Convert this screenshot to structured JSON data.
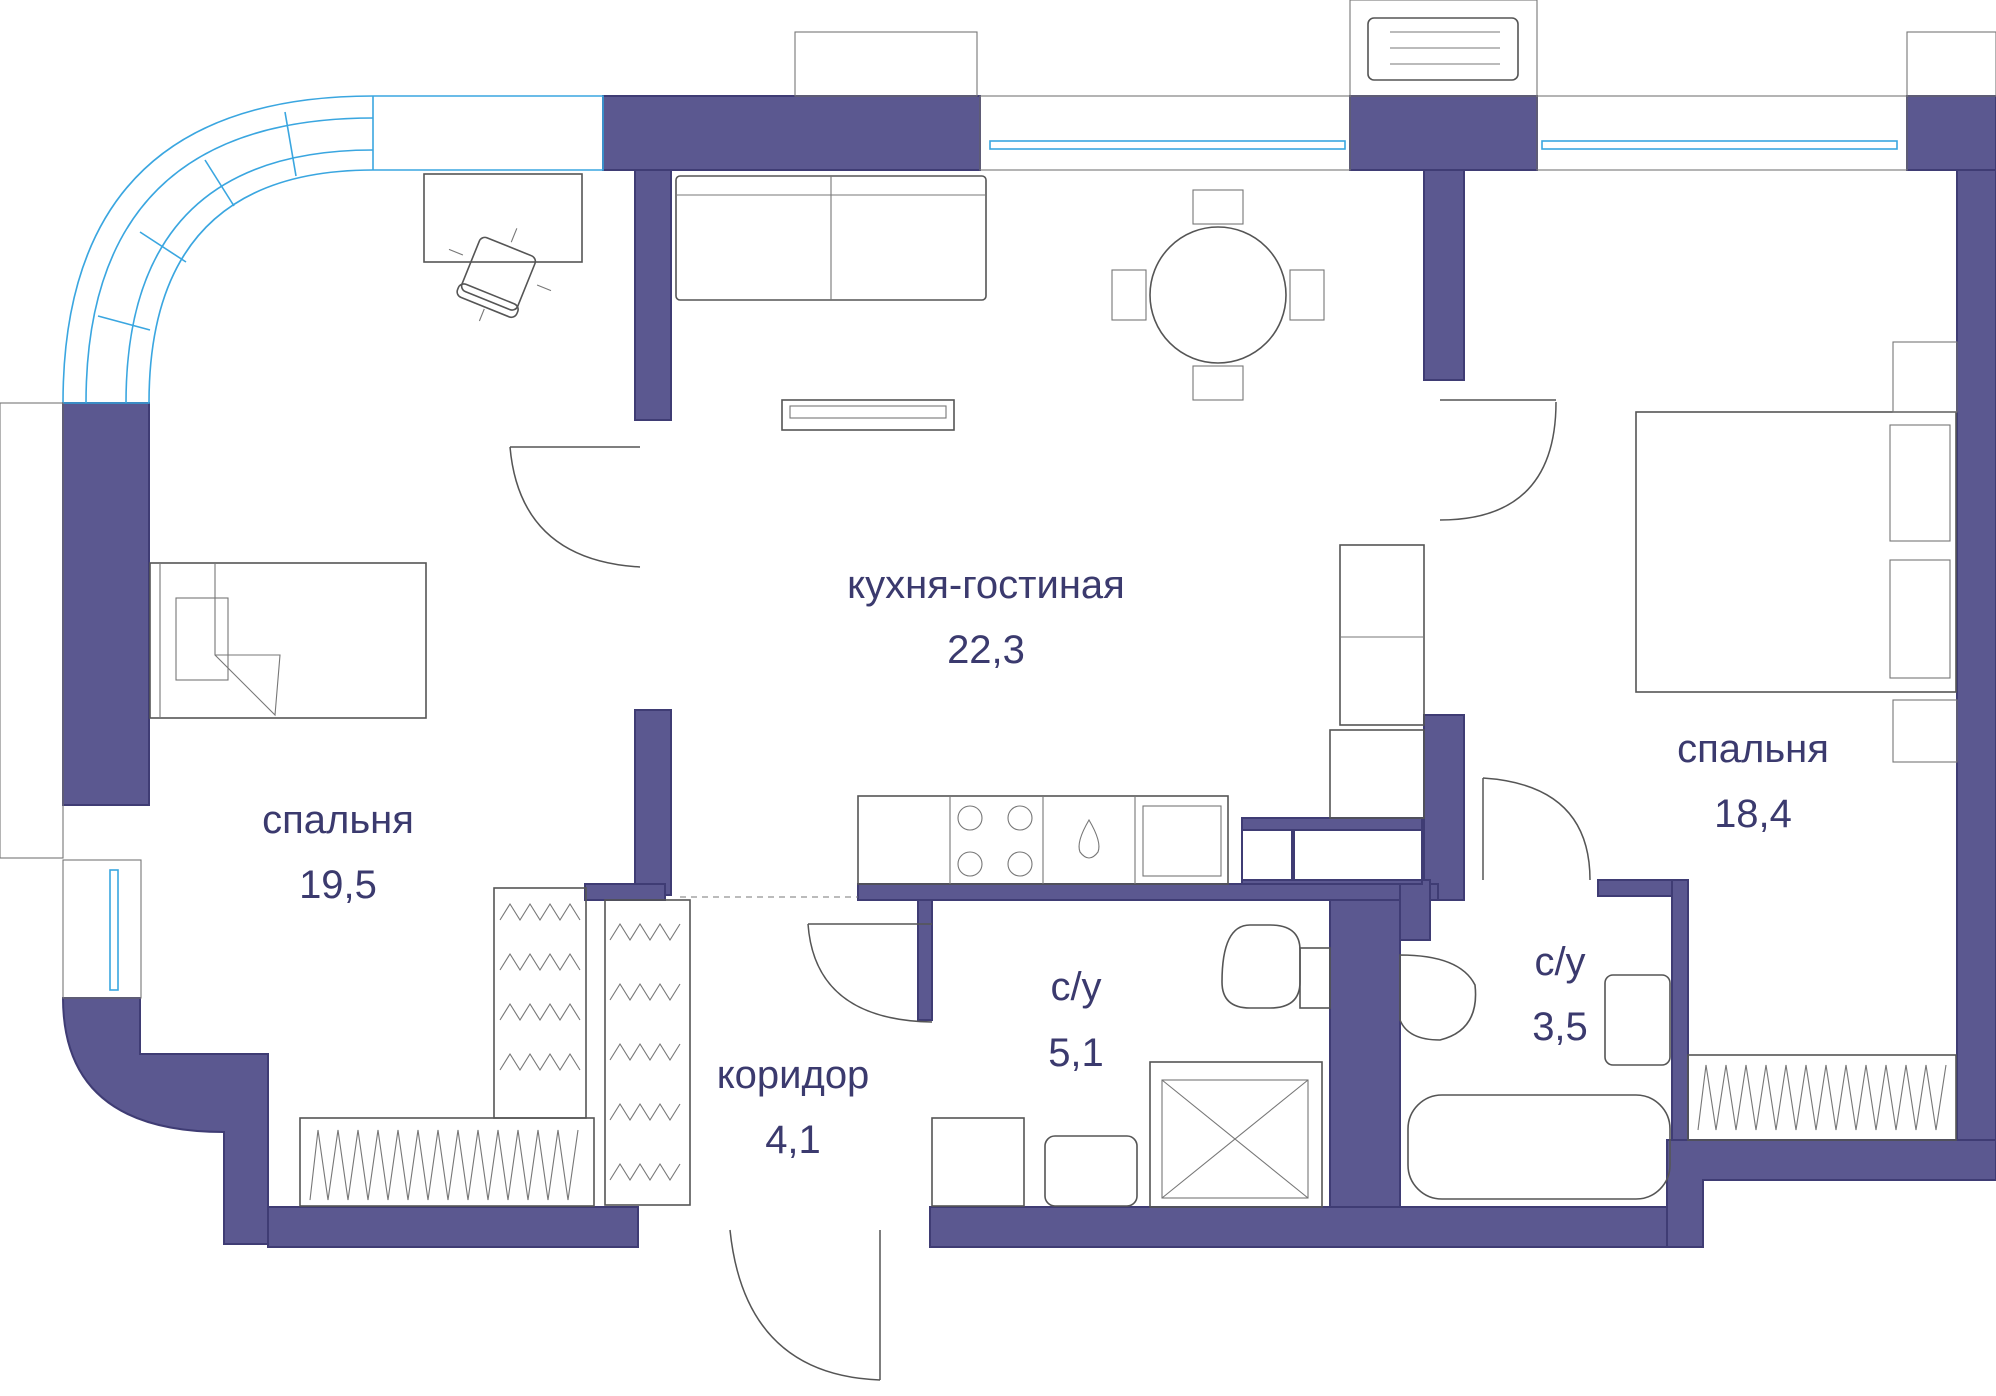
{
  "plan": {
    "colors": {
      "wall": "#5b5890",
      "wall_stroke": "#3f3c74",
      "label": "#3b3a6e",
      "window": "#3aa6e0",
      "furniture": "#555555"
    },
    "rooms": [
      {
        "name": "кухня-гостиная",
        "area": "22,3"
      },
      {
        "name": "спальня",
        "area": "19,5"
      },
      {
        "name": "спальня",
        "area": "18,4"
      },
      {
        "name": "с/у",
        "area": "5,1"
      },
      {
        "name": "с/у",
        "area": "3,5"
      },
      {
        "name": "коридор",
        "area": "4,1"
      }
    ]
  }
}
